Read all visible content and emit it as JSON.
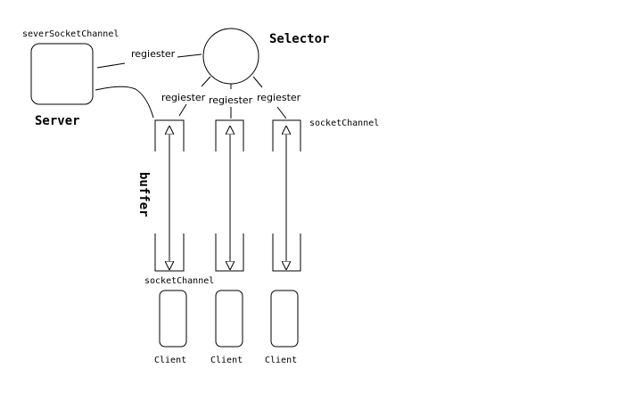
{
  "labels": {
    "server_socket_channel": "severSocketChannel",
    "server": "Server",
    "selector": "Selector",
    "register": "regiester",
    "socket_channel_right": "socketChannel",
    "socket_channel_bottom": "socketChannel",
    "buffer": "buffer",
    "client": "Client"
  },
  "diagram": {
    "channels": 3,
    "clients": [
      "Client",
      "Client",
      "Client"
    ]
  }
}
